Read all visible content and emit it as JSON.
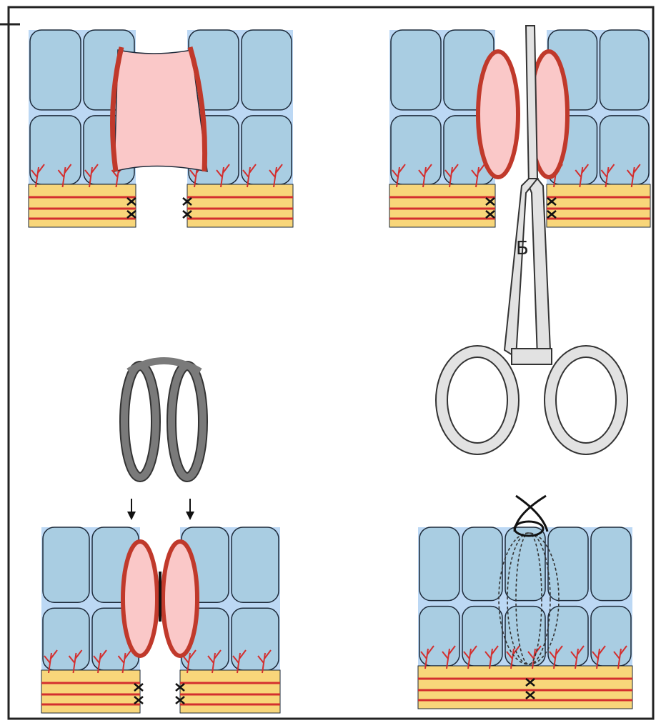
{
  "figure": {
    "panels": [
      {
        "id": "A",
        "description_stage": "open"
      },
      {
        "id": "B",
        "description_stage": "clamped",
        "label": "Б"
      },
      {
        "id": "C",
        "description_stage": "ring"
      },
      {
        "id": "D",
        "description_stage": "closed"
      }
    ]
  },
  "colors": {
    "frame": "#222222",
    "muscle_fill": "#a9cde2",
    "muscle_stroke": "#1d2a3a",
    "muscle_gap": "#bcd8f4",
    "serosa_rim": "#c0392b",
    "mucosa_fill": "#fac8c8",
    "submucosa_fill": "#f8d67a",
    "vessel": "#d32f2f",
    "instrument_fill": "#e2e2e2",
    "instrument_stroke": "#333333",
    "ring_fill": "#7a7a7a",
    "ring_stroke": "#333333",
    "suture_dashed": "#333333"
  },
  "icons": {
    "clamp": "hemostat-icon",
    "ring": "spiral-ring-icon",
    "arrow": "arrow-down-icon",
    "knot": "knot-icon"
  }
}
